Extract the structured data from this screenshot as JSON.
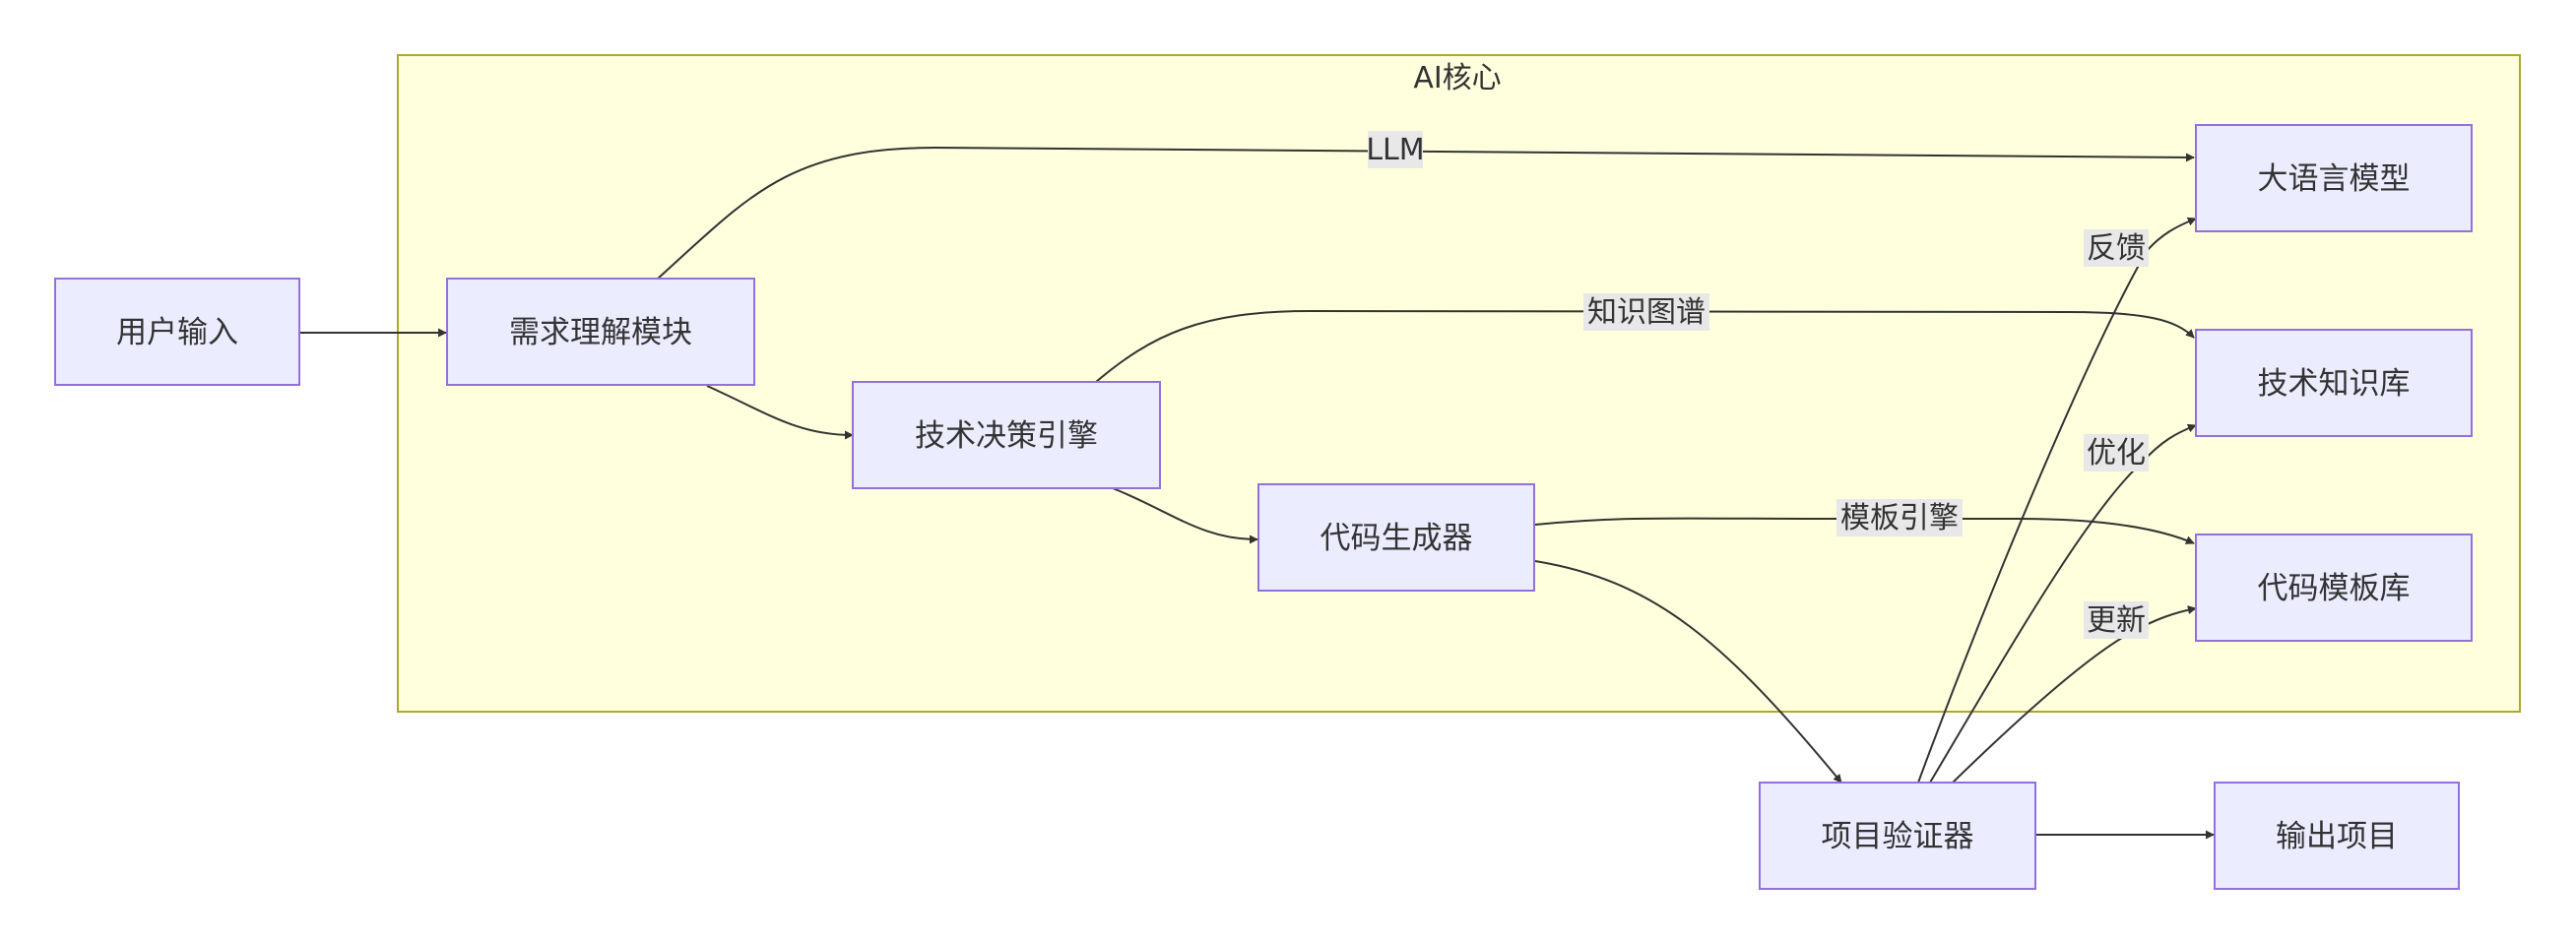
{
  "cluster": {
    "title": "AI核心"
  },
  "nodes": {
    "user_input": "用户输入",
    "requirement": "需求理解模块",
    "tech_decision": "技术决策引擎",
    "code_gen": "代码生成器",
    "llm": "大语言模型",
    "knowledge_base": "技术知识库",
    "template_lib": "代码模板库",
    "validator": "项目验证器",
    "output": "输出项目"
  },
  "edges": {
    "llm_label": "LLM",
    "kg_label": "知识图谱",
    "template_engine_label": "模板引擎",
    "feedback_label": "反馈",
    "optimize_label": "优化",
    "update_label": "更新"
  },
  "colors": {
    "node_fill": "#ececff",
    "node_stroke": "#9370db",
    "cluster_fill": "#ffffde",
    "cluster_stroke": "#aaaa33",
    "edge": "#333333",
    "edge_label_bg": "#e8e8e8"
  }
}
